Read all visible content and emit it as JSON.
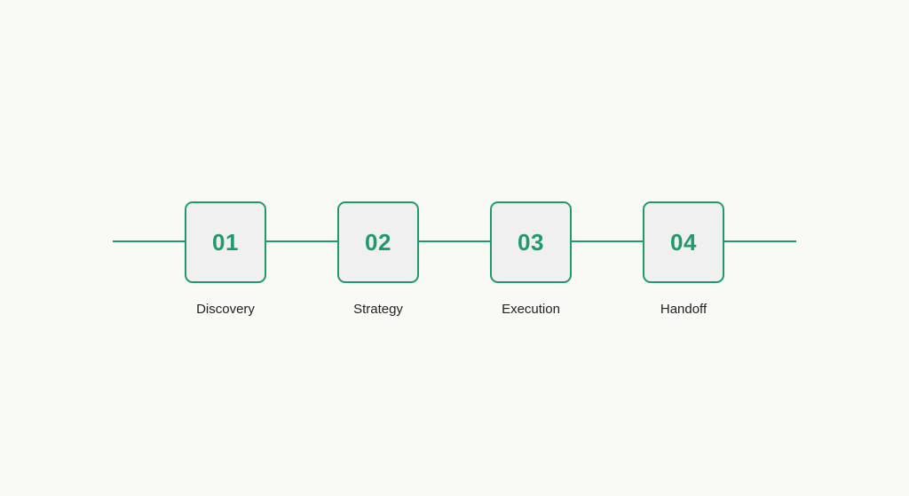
{
  "steps": [
    {
      "number": "01",
      "label": "Discovery"
    },
    {
      "number": "02",
      "label": "Strategy"
    },
    {
      "number": "03",
      "label": "Execution"
    },
    {
      "number": "04",
      "label": "Handoff"
    }
  ],
  "colors": {
    "background": "#f9f9f5",
    "accent": "#1f9a6b",
    "box_fill": "#f0f0f0",
    "label_text": "#222222"
  }
}
